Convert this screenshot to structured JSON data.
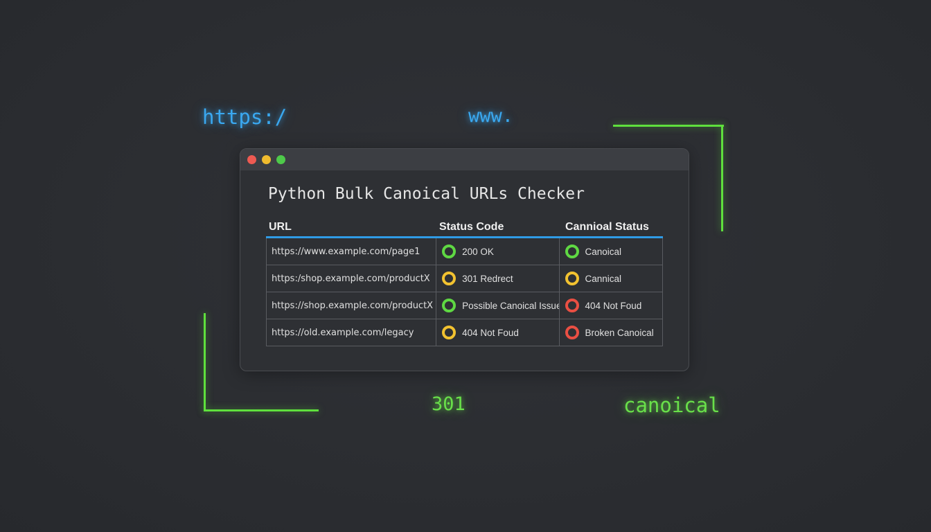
{
  "decorations": {
    "https_text": "https:/",
    "www_text": "www.",
    "code_text": "301",
    "canonical_text": "canoical"
  },
  "window": {
    "title": "Python Bulk Canoical URLs Checker"
  },
  "table": {
    "headers": [
      "URL",
      "Status Code",
      "Cannioal Status"
    ],
    "rows": [
      {
        "url": "https://www.example.com/page1",
        "status_code": "200 OK",
        "status_code_icon": "green-ring-icon",
        "canonical_status": "Canoical",
        "canonical_status_icon": "green-ring-icon"
      },
      {
        "url": "https:/shop.example.com/productX",
        "status_code": "301 Redrect",
        "status_code_icon": "yellow-ring-icon",
        "canonical_status": "Cannical",
        "canonical_status_icon": "yellow-ring-icon"
      },
      {
        "url": "https://shop.example.com/productX",
        "status_code": "Possible Canoical Issue",
        "status_code_icon": "green-ring-icon",
        "canonical_status": "404 Not Foud",
        "canonical_status_icon": "red-ring-icon"
      },
      {
        "url": "https://old.example.com/legacy",
        "status_code": "404 Not Foud",
        "status_code_icon": "yellow-ring-icon",
        "canonical_status": "Broken Canoical",
        "canonical_status_icon": "red-ring-icon"
      }
    ]
  },
  "colors": {
    "background": "#2c2e33",
    "accent_blue": "#2f9be6",
    "accent_green": "#5fe03d",
    "status_green": "#5fd843",
    "status_yellow": "#f2c230",
    "status_red": "#ea4f43"
  }
}
